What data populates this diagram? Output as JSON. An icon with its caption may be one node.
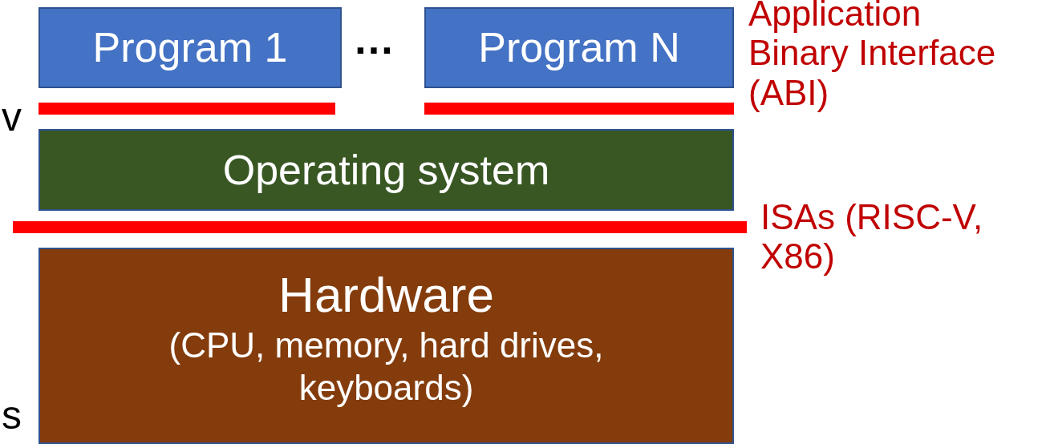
{
  "diagram": {
    "nodes": [
      {
        "text": [
          "Program 1"
        ]
      },
      {
        "text": [
          "Program N"
        ]
      },
      {
        "text": [],
        "shape": "bar"
      },
      {
        "text": [],
        "shape": "bar"
      },
      {
        "text": [
          "Operating system"
        ]
      },
      {
        "text": [],
        "shape": "bar"
      },
      {
        "text": [
          "Hardware",
          "(CPU, memory, hard drives, keyboards)"
        ]
      }
    ],
    "labels": [
      "Application Binary Interface (ABI)",
      "…",
      "v",
      "ISAs (RISC-V, X86)",
      "s"
    ]
  }
}
